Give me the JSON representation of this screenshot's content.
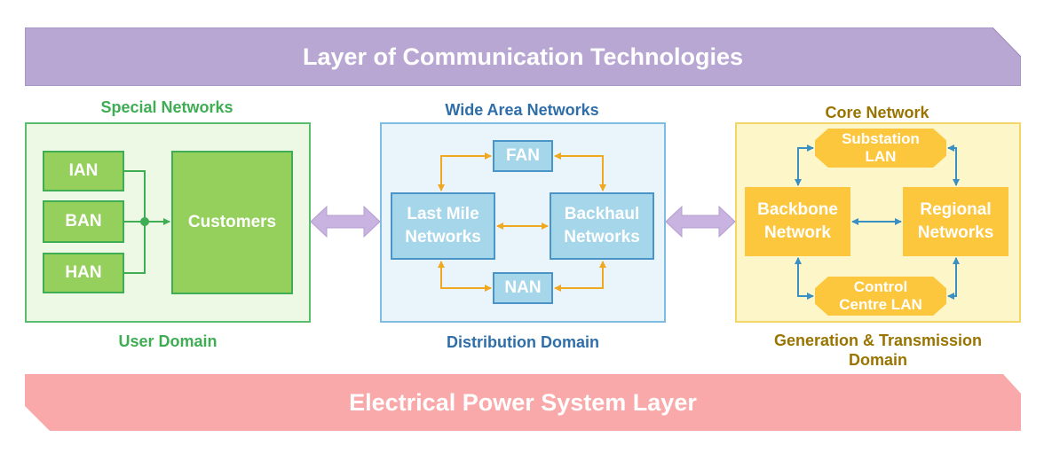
{
  "top_banner": {
    "label": "Layer of Communication Technologies"
  },
  "bottom_banner": {
    "label": "Electrical Power System Layer"
  },
  "user_domain": {
    "top_label": "Special Networks",
    "bottom_label": "User Domain",
    "nodes": {
      "ian": "IAN",
      "ban": "BAN",
      "han": "HAN",
      "customers": "Customers"
    }
  },
  "distribution_domain": {
    "top_label": "Wide Area Networks",
    "bottom_label": "Distribution Domain",
    "nodes": {
      "fan": "FAN",
      "nan": "NAN",
      "last_mile": "Last Mile Networks",
      "backhaul": "Backhaul Networks"
    }
  },
  "generation_domain": {
    "top_label": "Core Network",
    "bottom_label": "Generation & Transmission Domain",
    "nodes": {
      "substation": "Substation LAN",
      "control": "Control Centre LAN",
      "backbone": "Backbone Network",
      "regional": "Regional Networks"
    }
  },
  "colors": {
    "purple_banner": "#b9a7d3",
    "pink_banner": "#f9a9a9",
    "green": "#3fad54",
    "blue": "#4a94c8",
    "yellow": "#fcc73c",
    "gold_text": "#9a7400",
    "double_arrow": "#c9b3e0"
  }
}
